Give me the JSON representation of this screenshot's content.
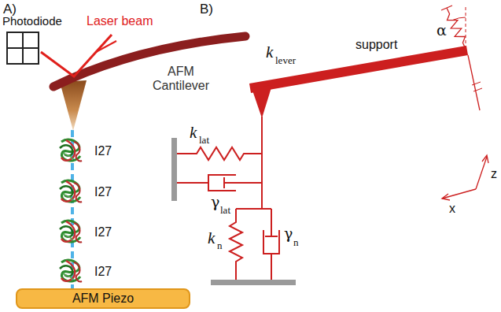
{
  "diagram": {
    "nodes": [
      {
        "text": [
          "Photodiode"
        ]
      },
      {
        "text": [
          "AFM Piezo"
        ]
      }
    ],
    "labels": [
      "A)",
      "Laser beam",
      "AFM Cantilever",
      "I27",
      "I27",
      "I27",
      "I27",
      "B)",
      "α",
      "support",
      "k",
      "lever",
      "k",
      "lat",
      "γ",
      "lat",
      "k",
      "n",
      "γ",
      "n",
      "z",
      "x"
    ]
  }
}
